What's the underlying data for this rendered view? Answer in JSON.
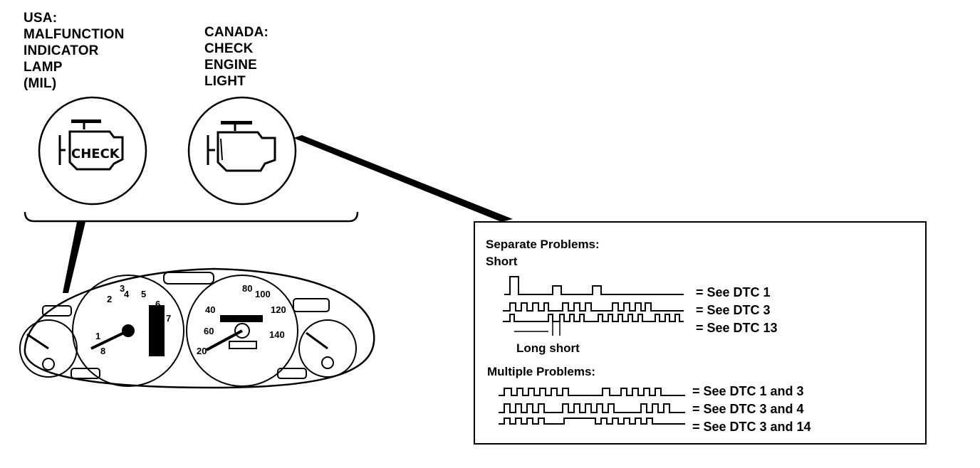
{
  "labels": {
    "usa": [
      "USA:",
      "MALFUNCTION",
      "INDICATOR",
      "LAMP",
      "(MIL)"
    ],
    "canada": [
      "CANADA:",
      "CHECK",
      "ENGINE",
      "LIGHT"
    ]
  },
  "lamp": {
    "check_text": "CHECK"
  },
  "box": {
    "separate_heading": "Separate Problems:",
    "short_label": "Short",
    "long_short_label": "Long short",
    "multiple_heading": "Multiple Problems:",
    "separate_codes": [
      "= See DTC 1",
      "= See DTC 3",
      "= See DTC 13"
    ],
    "multiple_codes": [
      "= See DTC 1 and 3",
      "= See DTC 3 and 4",
      "= See DTC 3 and 14"
    ]
  },
  "cluster": {
    "tach_ticks": [
      "1",
      "2",
      "3",
      "4",
      "5",
      "6",
      "7",
      "8"
    ],
    "speed_ticks": [
      "20",
      "40",
      "60",
      "80",
      "100",
      "120",
      "140"
    ]
  }
}
